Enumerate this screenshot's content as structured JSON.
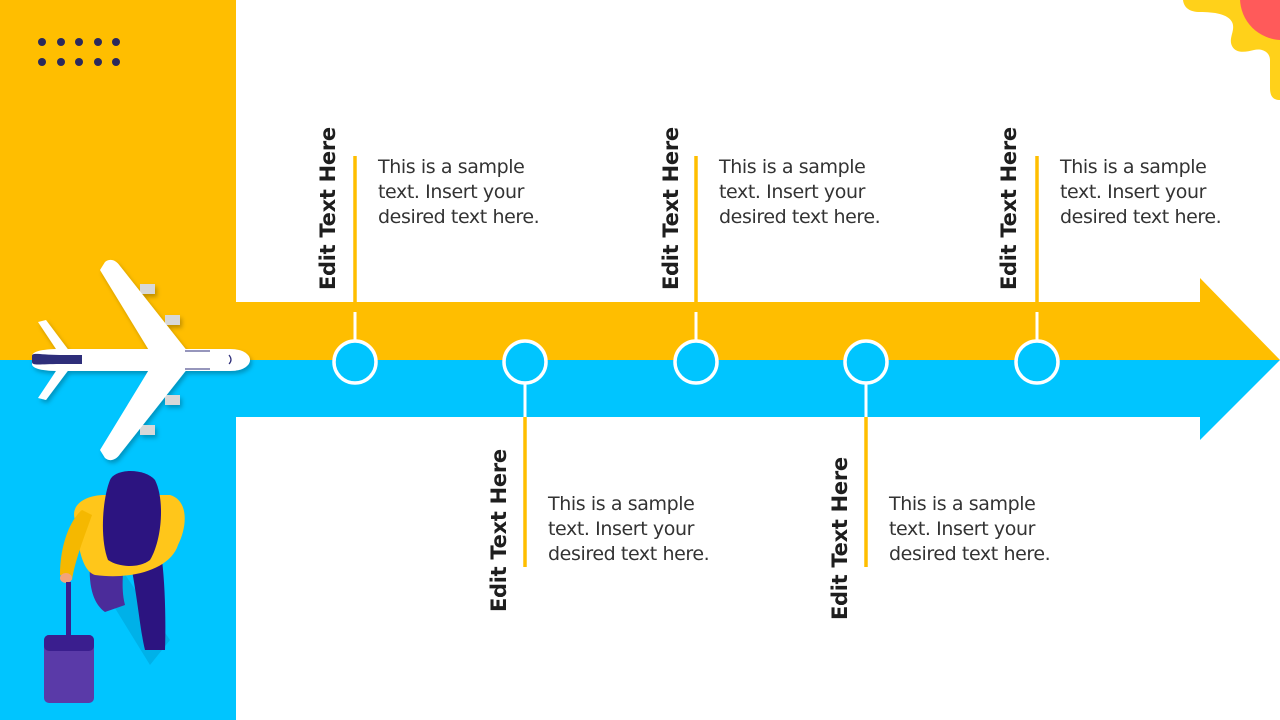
{
  "colors": {
    "yellow": "#FFBE00",
    "blue": "#00C5FF",
    "navy_dots": "#2B2A5C",
    "sun_red": "#FF5A5A",
    "sun_yellow": "#FFD11A",
    "text_dark": "#1e1e1e",
    "text_body": "#333333"
  },
  "decor": {
    "dots": {
      "rows": 2,
      "cols": 5
    },
    "icons": [
      "airplane-icon",
      "traveler-with-suitcase-illustration",
      "sun-icon"
    ]
  },
  "timeline": {
    "milestones": [
      {
        "position": "top",
        "title": "Edit Text Here",
        "text": [
          "This is a sample",
          "text. Insert your",
          "desired  text here."
        ]
      },
      {
        "position": "bottom",
        "title": "Edit Text Here",
        "text": [
          "This is a sample",
          "text. Insert your",
          "desired  text here."
        ]
      },
      {
        "position": "top",
        "title": "Edit Text Here",
        "text": [
          "This is a sample",
          "text. Insert your",
          "desired  text here."
        ]
      },
      {
        "position": "bottom",
        "title": "Edit Text Here",
        "text": [
          "This is a sample",
          "text. Insert your",
          "desired  text here."
        ]
      },
      {
        "position": "top",
        "title": "Edit Text Here",
        "text": [
          "This is a sample",
          "text. Insert your",
          "desired  text here."
        ]
      }
    ]
  }
}
